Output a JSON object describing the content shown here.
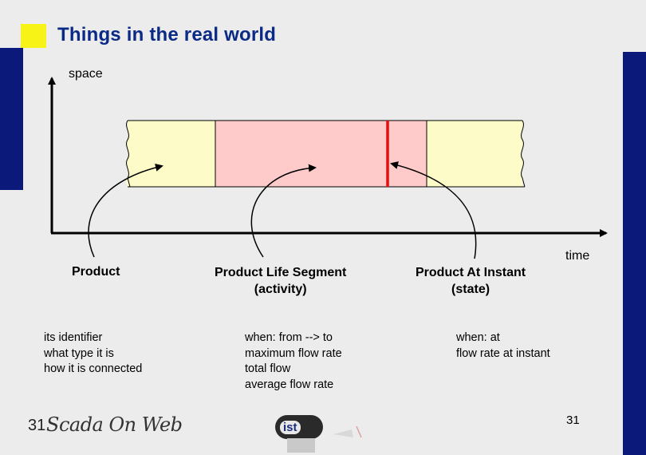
{
  "title": "Things in the real world",
  "axes": {
    "y_label": "space",
    "x_label": "time"
  },
  "concepts": [
    {
      "name": "Product",
      "name_line2": "",
      "properties": [
        "its identifier",
        "what type it is",
        "how it is connected"
      ]
    },
    {
      "name": "Product Life Segment",
      "name_line2": "(activity)",
      "properties": [
        "when: from --> to",
        "maximum flow rate",
        "total flow",
        "average flow rate"
      ]
    },
    {
      "name": "Product At Instant",
      "name_line2": "(state)",
      "properties": [
        "when: at",
        "flow rate at instant"
      ]
    }
  ],
  "footer": {
    "slide_number": "31",
    "slide_number_overlay": "31",
    "logo": "Scada On Web",
    "ist_logo": "ist"
  },
  "colors": {
    "band_yellow": "#fdfcc8",
    "segment_pink": "#ffcaca",
    "instant_red": "#e01010",
    "title_blue": "#0b2a85",
    "side_bar_navy": "#0b1a7a",
    "accent_yellow": "#f7f316"
  }
}
